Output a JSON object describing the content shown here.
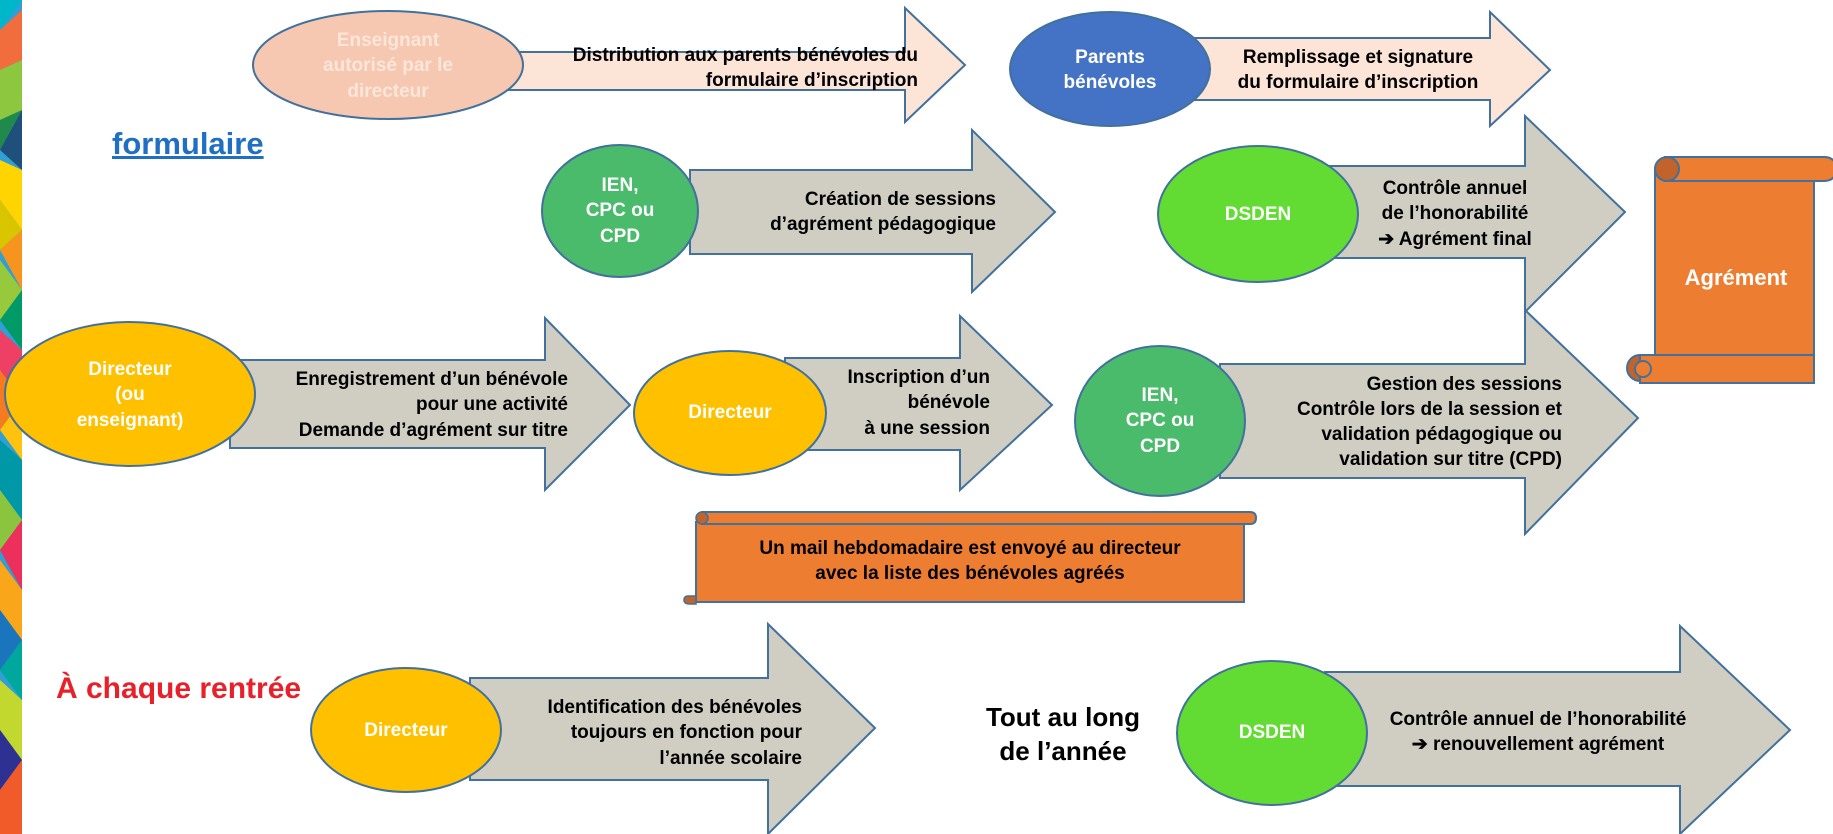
{
  "headings": {
    "formulaire": "formulaire",
    "rentree": "À chaque  rentrée",
    "annee": [
      "Tout au long",
      "de l’année"
    ]
  },
  "row1": {
    "enseignant": [
      "Enseignant",
      "autorisé par le",
      "directeur"
    ],
    "distribution": [
      "Distribution aux parents bénévoles du",
      "formulaire d’inscription"
    ],
    "parents": [
      "Parents",
      "bénévoles"
    ],
    "remplissage": [
      "Remplissage et signature",
      "du formulaire d’inscription"
    ]
  },
  "row2": {
    "ien": [
      "IEN,",
      "CPC ou",
      "CPD"
    ],
    "creation": [
      "Création de sessions",
      "d’agrément pédagogique"
    ],
    "dsden": "DSDEN",
    "controle": [
      "Contrôle annuel",
      "de l’honorabilité",
      "➔ Agrément final"
    ],
    "agrement": "Agrément"
  },
  "row3": {
    "directeur_ou": [
      "Directeur",
      "(ou",
      "enseignant)"
    ],
    "enregistrement": [
      "Enregistrement d’un bénévole",
      "pour une activité",
      "Demande d’agrément sur titre"
    ],
    "directeur": "Directeur",
    "inscription": [
      "Inscription d’un",
      "bénévole",
      "à une session"
    ],
    "ien": [
      "IEN,",
      "CPC ou",
      "CPD"
    ],
    "gestion": [
      "Gestion des sessions",
      "Contrôle lors de la session et",
      "validation pédagogique ou",
      "validation sur titre (CPD)"
    ]
  },
  "mail": [
    "Un mail hebdomadaire est envoyé au directeur",
    "avec la liste des bénévoles agréés"
  ],
  "row4": {
    "directeur": "Directeur",
    "identification": [
      "Identification  des bénévoles",
      "toujours en fonction pour",
      "l’année scolaire"
    ],
    "dsden": "DSDEN",
    "controle": [
      "Contrôle annuel de l’honorabilité",
      "➔ renouvellement agrément"
    ]
  },
  "colors": {
    "peach": "#f6c8b2",
    "peach_arrow": "#fce4d6",
    "blue": "#4472c4",
    "green": "#4aba6b",
    "lime": "#62dc32",
    "orange": "#ed7d31",
    "yellow": "#ffc000",
    "gray": "#d0cec3",
    "stroke": "#41719c"
  },
  "icons": [
    "arrow-right-icon"
  ]
}
